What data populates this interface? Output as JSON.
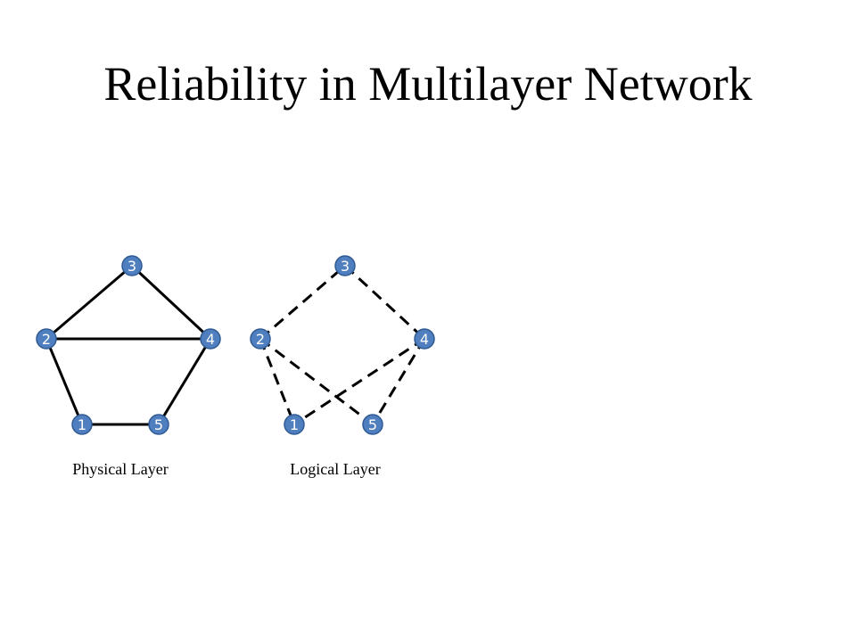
{
  "slide": {
    "title": "Reliability in Multilayer Network"
  },
  "colors": {
    "node_fill": "#4f7fbf",
    "node_stroke": "#2f5a93",
    "edge": "#000000"
  },
  "layers": [
    {
      "id": "physical",
      "caption": "Physical Layer",
      "edge_style": "solid",
      "nodes": [
        "3",
        "2",
        "4",
        "1",
        "5"
      ],
      "edges": [
        [
          "2",
          "3"
        ],
        [
          "3",
          "4"
        ],
        [
          "2",
          "4"
        ],
        [
          "2",
          "1"
        ],
        [
          "4",
          "5"
        ],
        [
          "1",
          "5"
        ]
      ]
    },
    {
      "id": "logical",
      "caption": "Logical Layer",
      "edge_style": "dashed",
      "nodes": [
        "3",
        "2",
        "4",
        "1",
        "5"
      ],
      "edges": [
        [
          "2",
          "3"
        ],
        [
          "3",
          "4"
        ],
        [
          "2",
          "1"
        ],
        [
          "2",
          "5"
        ],
        [
          "4",
          "1"
        ],
        [
          "4",
          "5"
        ]
      ]
    }
  ]
}
